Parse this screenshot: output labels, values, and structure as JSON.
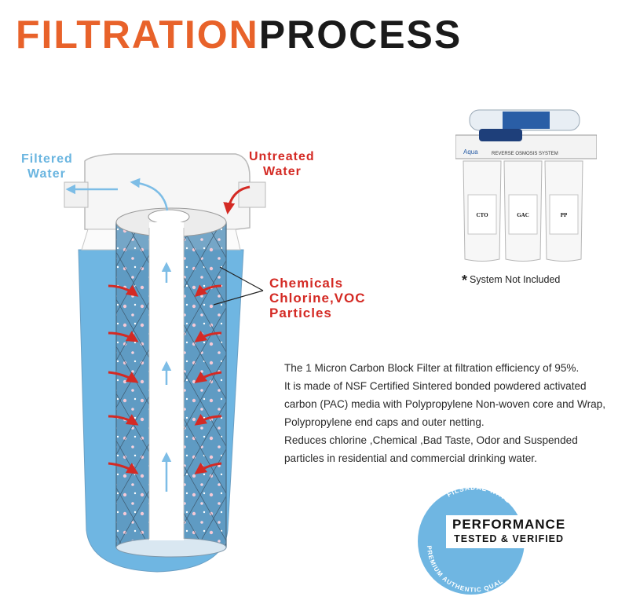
{
  "header": {
    "title_part1": "FILTRATION",
    "title_part2": "PROCESS",
    "title_colors": {
      "part1": "#e8622a",
      "part2": "#1a1a1a"
    }
  },
  "diagram": {
    "filtered_label": [
      "Filtered",
      "Water"
    ],
    "untreated_label": [
      "Untreated",
      "Water"
    ],
    "contaminants_label": [
      "Chemicals",
      "Chlorine,VOC",
      "Particles"
    ],
    "colors": {
      "water": "#6fb6e2",
      "flow_arrow": "#d42a24",
      "clean_arrow": "#6ab5e0"
    }
  },
  "product": {
    "brand": "Aqua",
    "system_label": "REVERSE OSMOSIS SYSTEM",
    "stages": [
      "CTO",
      "GAC",
      "PP"
    ],
    "note_mark": "*",
    "note": "System Not  Included"
  },
  "description": {
    "lines": [
      "The 1 Micron  Carbon Block Filter at filtration efficiency of 95%.",
      "It is made of NSF Certified Sintered bonded powdered activated",
      "carbon (PAC) media with Polypropylene Non-woven core and Wrap,",
      "Polypropylene end caps and outer netting.",
      "Reduces chlorine ,Chemical ,Bad Taste, Odor and Suspended",
      "particles  in residential and commercial drinking water."
    ]
  },
  "seal": {
    "arc_top": "FILSADAE WATER",
    "arc_bottom": "PREMIUM AUTHENTIC QUALITY",
    "line1": "PERFORMANCE",
    "line2": "TESTED & VERIFIED",
    "color": "#6fb6e2"
  }
}
